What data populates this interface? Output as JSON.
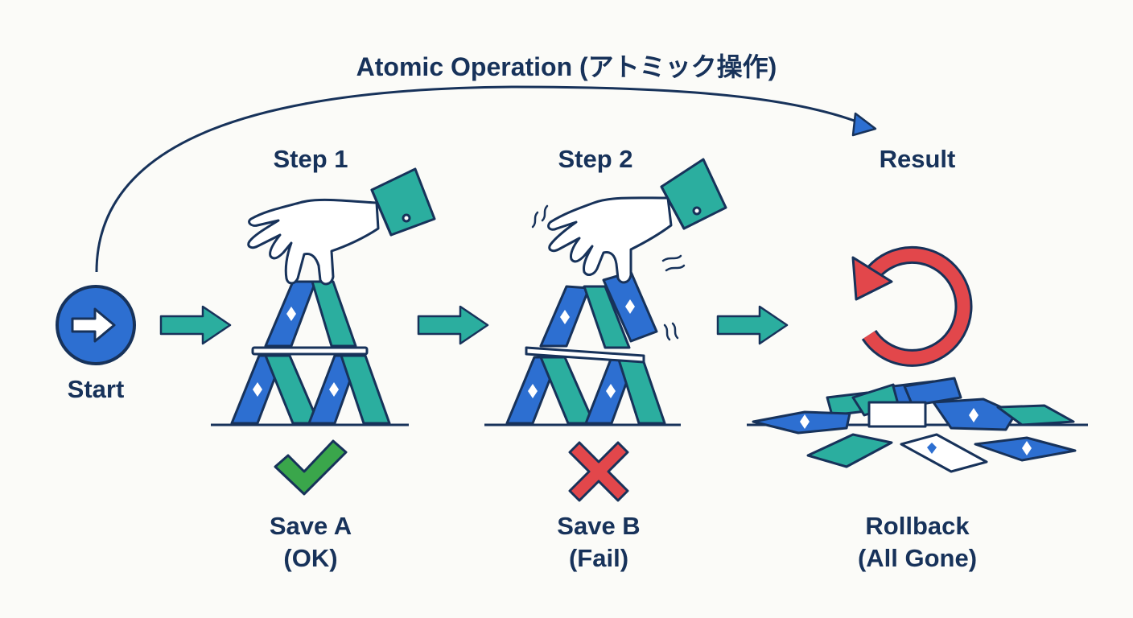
{
  "title": "Atomic Operation (アトミック操作)",
  "start": {
    "label": "Start"
  },
  "stages": [
    {
      "id": "step1",
      "header": "Step 1",
      "caption_line1": "Save A",
      "caption_line2": "(OK)",
      "status": "success"
    },
    {
      "id": "step2",
      "header": "Step 2",
      "caption_line1": "Save B",
      "caption_line2": "(Fail)",
      "status": "failure"
    },
    {
      "id": "result",
      "header": "Result",
      "caption_line1": "Rollback",
      "caption_line2": "(All Gone)",
      "status": "rollback"
    }
  ],
  "icons": {
    "start": "arrow-right-circle-icon",
    "flow": "arrow-right-icon",
    "success": "checkmark-icon",
    "failure": "cross-icon",
    "rollback": "undo-arrow-icon"
  },
  "colors": {
    "navy": "#17325a",
    "blue": "#2d6fd1",
    "teal": "#2bae9f",
    "green": "#3aa64b",
    "red": "#e2474b",
    "background": "#fbfbf8"
  }
}
